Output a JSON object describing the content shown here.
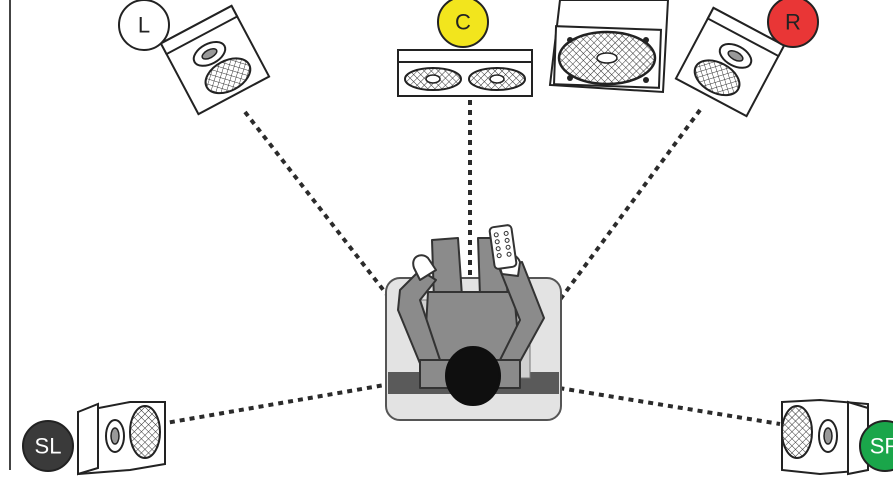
{
  "badges": {
    "left": "L",
    "center": "C",
    "right": "R",
    "surround_left": "SL",
    "surround_right": "SR"
  },
  "colors": {
    "left_badge": "#ffffff",
    "center_badge": "#f2e51d",
    "right_badge": "#e93636",
    "surround_left_badge": "#3a3a3a",
    "surround_right_badge": "#1aa64a",
    "chair": "#e3e3e3",
    "chair_shade": "#5a5a5a",
    "clothing": "#8b8b8b",
    "line": "#2b2b2b"
  },
  "icons": {
    "speakers": [
      "front-left-speaker-icon",
      "center-speaker-icon",
      "subwoofer-icon",
      "front-right-speaker-icon",
      "surround-left-speaker-icon",
      "surround-right-speaker-icon"
    ],
    "listener": "listener-icon",
    "remote": "remote-control-icon"
  }
}
